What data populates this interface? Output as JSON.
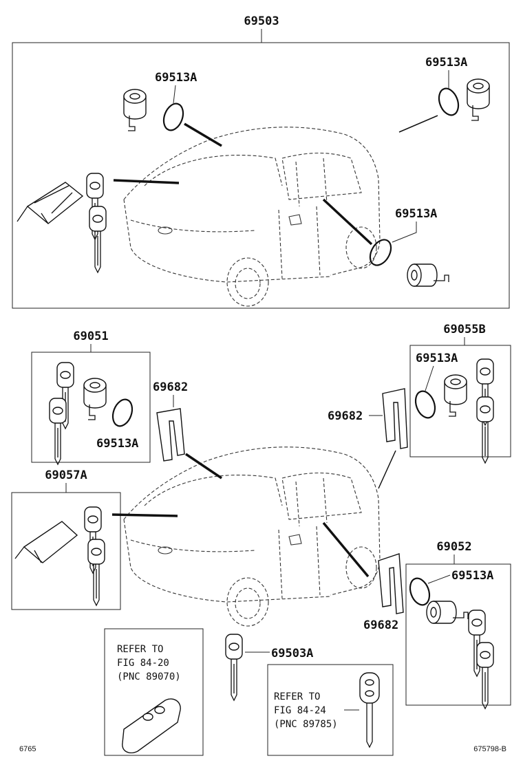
{
  "labels": {
    "top_assembly": "69503",
    "cyl_ring_1": "69513A",
    "cyl_ring_2": "69513A",
    "cyl_ring_3": "69513A",
    "set_69051": "69051",
    "set_69051_ring": "69513A",
    "set_69055b": "69055B",
    "set_69055b_ring": "69513A",
    "set_69057a": "69057A",
    "set_69052": "69052",
    "set_69052_ring": "69513A",
    "clip_left": "69682",
    "clip_right_upper": "69682",
    "clip_right_lower": "69682",
    "key_blank": "69503A"
  },
  "refer_1": {
    "line1": "REFER TO",
    "line2": "FIG 84-20",
    "line3": "(PNC 89070)"
  },
  "refer_2": {
    "line1": "REFER TO",
    "line2": "FIG 84-24",
    "line3": "(PNC 89785)"
  },
  "footer": {
    "left_code": "6765",
    "right_code": "675798-B"
  }
}
